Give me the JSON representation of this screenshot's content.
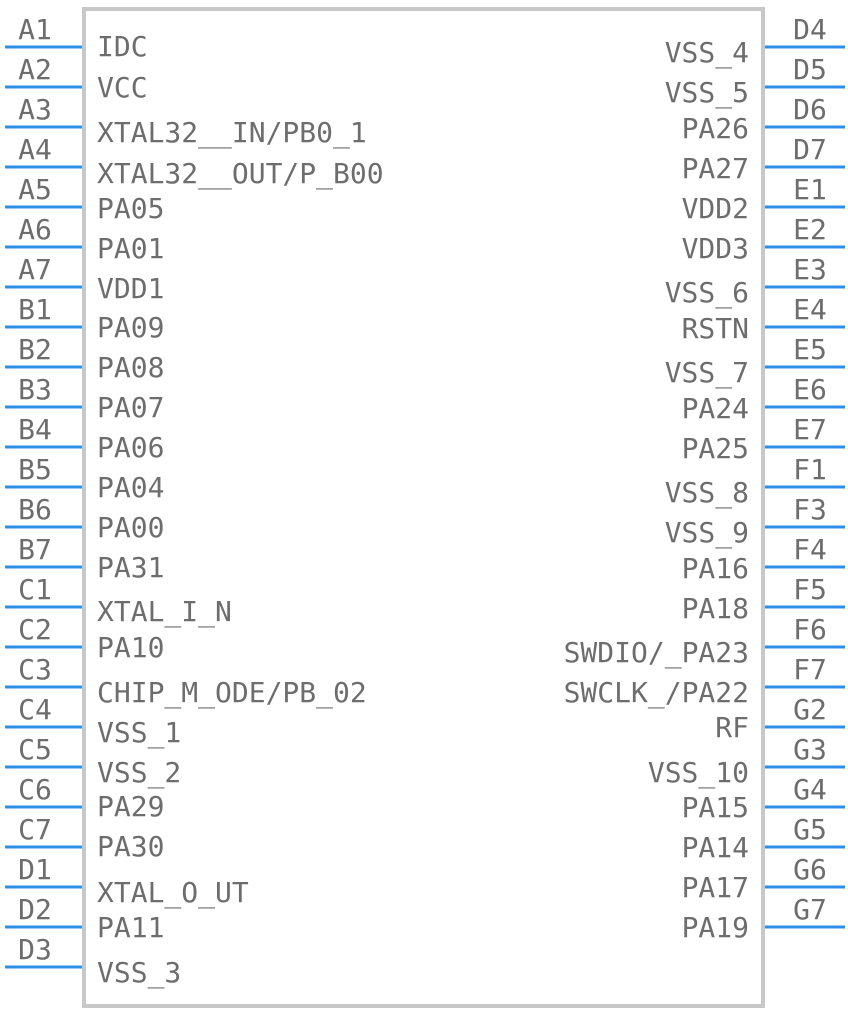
{
  "left_pins": [
    {
      "num": "A1",
      "name": "IDC"
    },
    {
      "num": "A2",
      "name": "VCC"
    },
    {
      "num": "A3",
      "name": "XTAL32__IN/PB0_1"
    },
    {
      "num": "A4",
      "name": "XTAL32__OUT/P_B00"
    },
    {
      "num": "A5",
      "name": "PA05"
    },
    {
      "num": "A6",
      "name": "PA01"
    },
    {
      "num": "A7",
      "name": "VDD1"
    },
    {
      "num": "B1",
      "name": "PA09"
    },
    {
      "num": "B2",
      "name": "PA08"
    },
    {
      "num": "B3",
      "name": "PA07"
    },
    {
      "num": "B4",
      "name": "PA06"
    },
    {
      "num": "B5",
      "name": "PA04"
    },
    {
      "num": "B6",
      "name": "PA00"
    },
    {
      "num": "B7",
      "name": "PA31"
    },
    {
      "num": "C1",
      "name": "XTAL_I_N"
    },
    {
      "num": "C2",
      "name": "PA10"
    },
    {
      "num": "C3",
      "name": "CHIP_M_ODE/PB_02"
    },
    {
      "num": "C4",
      "name": "VSS_1"
    },
    {
      "num": "C5",
      "name": "VSS_2"
    },
    {
      "num": "C6",
      "name": "PA29"
    },
    {
      "num": "C7",
      "name": "PA30"
    },
    {
      "num": "D1",
      "name": "XTAL_O_UT"
    },
    {
      "num": "D2",
      "name": "PA11"
    },
    {
      "num": "D3",
      "name": "VSS_3"
    }
  ],
  "right_pins": [
    {
      "num": "D4",
      "name": "VSS_4"
    },
    {
      "num": "D5",
      "name": "VSS_5"
    },
    {
      "num": "D6",
      "name": "PA26"
    },
    {
      "num": "D7",
      "name": "PA27"
    },
    {
      "num": "E1",
      "name": "VDD2"
    },
    {
      "num": "E2",
      "name": "VDD3"
    },
    {
      "num": "E3",
      "name": "VSS_6"
    },
    {
      "num": "E4",
      "name": "RSTN"
    },
    {
      "num": "E5",
      "name": "VSS_7"
    },
    {
      "num": "E6",
      "name": "PA24"
    },
    {
      "num": "E7",
      "name": "PA25"
    },
    {
      "num": "F1",
      "name": "VSS_8"
    },
    {
      "num": "F3",
      "name": "VSS_9"
    },
    {
      "num": "F4",
      "name": "PA16"
    },
    {
      "num": "F5",
      "name": "PA18"
    },
    {
      "num": "F6",
      "name": "SWDIO/_PA23"
    },
    {
      "num": "F7",
      "name": "SWCLK_/PA22"
    },
    {
      "num": "G2",
      "name": "RF"
    },
    {
      "num": "G3",
      "name": "VSS_10"
    },
    {
      "num": "G4",
      "name": "PA15"
    },
    {
      "num": "G5",
      "name": "PA14"
    },
    {
      "num": "G6",
      "name": "PA17"
    },
    {
      "num": "G7",
      "name": "PA19"
    }
  ]
}
